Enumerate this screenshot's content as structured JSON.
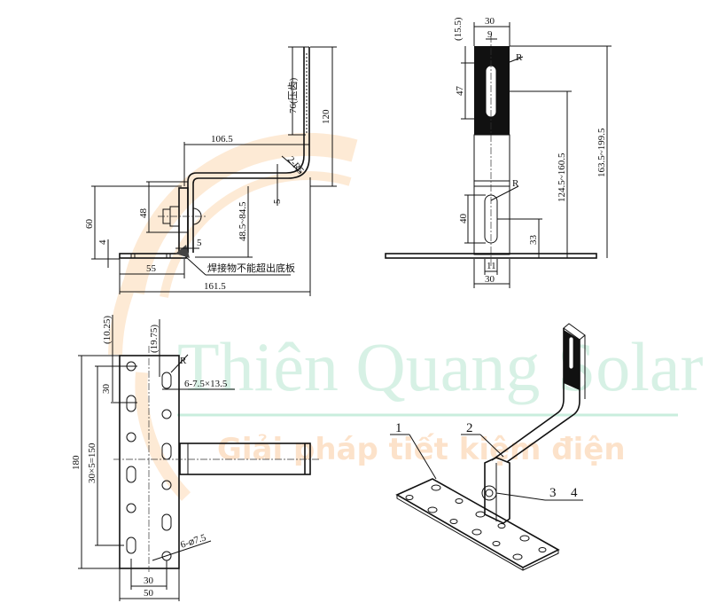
{
  "watermark": {
    "brand": "Thiên Quang Solar",
    "slogan": "Giải pháp tiết kiệm điện",
    "brand_color": "#b8e6d0",
    "slogan_color": "#fbd0a8",
    "arc_color": "#fde3c8"
  },
  "side_view": {
    "dim_76": "76(压齿)",
    "dim_120": "120",
    "dim_106_5": "106.5",
    "dim_r5": "2-R5",
    "dim_5_top": "5",
    "dim_48": "48",
    "dim_48_5_84_5": "48.5~84.5",
    "dim_60": "60",
    "dim_4": "4",
    "dim_5_bottom": "5",
    "dim_55": "55",
    "dim_161_5": "161.5",
    "note": "焊接物不能超出底板"
  },
  "front_view": {
    "dim_15_5": "(15.5)",
    "dim_30_top": "30",
    "dim_9": "9",
    "radius_top": "R",
    "dim_47": "47",
    "dim_124_5_160_5": "124.5~160.5",
    "dim_163_5_199_5": "163.5~199.5",
    "radius_bottom": "R",
    "dim_40": "40",
    "dim_33": "33",
    "dim_11": "11",
    "dim_30_bottom": "30"
  },
  "top_view": {
    "dim_10_25": "(10.25)",
    "dim_19_75": "(19.75)",
    "radius": "R",
    "slot_spec": "6-7.5×13.5",
    "dim_30_pitch": "30",
    "dim_30x5": "30×5=150",
    "dim_180": "180",
    "hole_spec": "6-⌀7.5",
    "dim_30_bottom": "30",
    "dim_50": "50"
  },
  "iso_view": {
    "part_1": "1",
    "part_2": "2",
    "part_3": "3",
    "part_4": "4"
  }
}
